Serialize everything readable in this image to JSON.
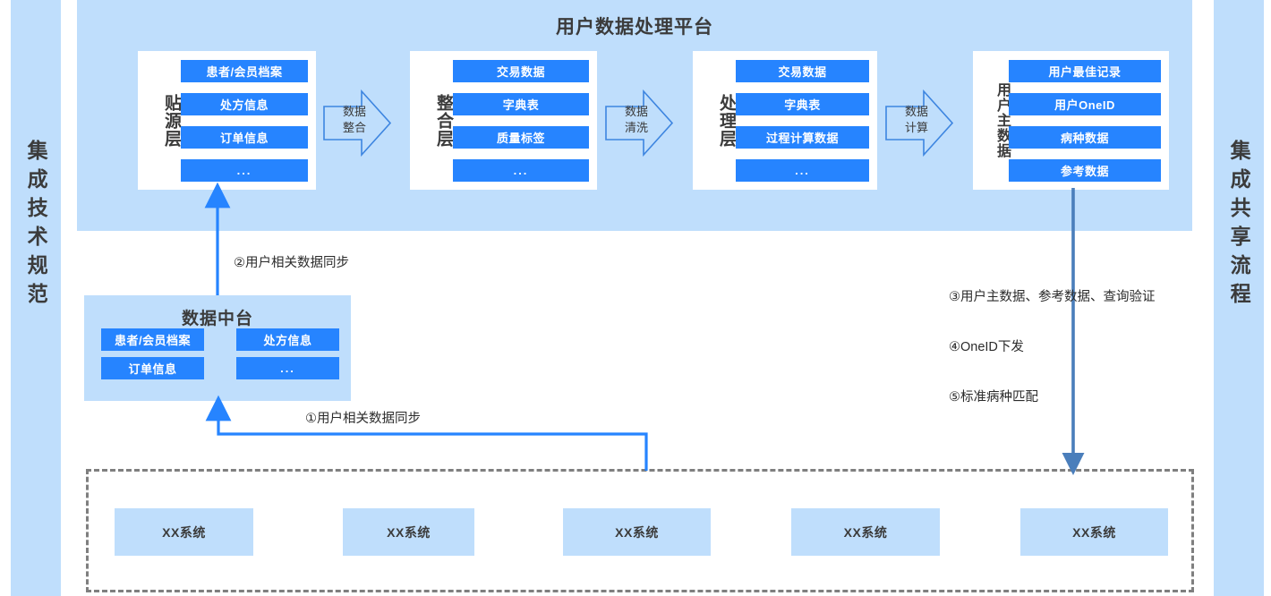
{
  "rails": {
    "left": "集成技术规范",
    "right": "集成共享流程"
  },
  "platform": {
    "title": "用户数据处理平台",
    "layers": [
      {
        "label": "贴源层",
        "items": [
          "患者/会员档案",
          "处方信息",
          "订单信息",
          "..."
        ]
      },
      {
        "label": "整合层",
        "items": [
          "交易数据",
          "字典表",
          "质量标签",
          "..."
        ]
      },
      {
        "label": "处理层",
        "items": [
          "交易数据",
          "字典表",
          "过程计算数据",
          "..."
        ]
      },
      {
        "label": "用户主数据",
        "items": [
          "用户最佳记录",
          "用户OneID",
          "病种数据",
          "参考数据"
        ]
      }
    ],
    "process_arrows": [
      {
        "line1": "数据",
        "line2": "整合"
      },
      {
        "line1": "数据",
        "line2": "清洗"
      },
      {
        "line1": "数据",
        "line2": "计算"
      }
    ]
  },
  "mid_platform": {
    "title": "数据中台",
    "items": [
      "患者/会员档案",
      "处方信息",
      "订单信息",
      "..."
    ]
  },
  "annotations": {
    "flow1": "①用户相关数据同步",
    "flow2": "②用户相关数据同步",
    "flow3": "③用户主数据、参考数据、查询验证",
    "flow4": "④OneID下发",
    "flow5": "⑤标准病种匹配"
  },
  "source_systems": {
    "items": [
      "XX系统",
      "XX系统",
      "XX系统",
      "XX系统",
      "XX系统"
    ]
  },
  "colors": {
    "panel_bg": "#bfdefc",
    "chip_blue": "#2684ff",
    "card_white": "#ffffff",
    "arrow_blue": "#2684ff",
    "arrow_muted_blue": "#4a7ebb",
    "dashed_gray": "#7f7f7f",
    "text_dark": "#3b3b3b"
  }
}
